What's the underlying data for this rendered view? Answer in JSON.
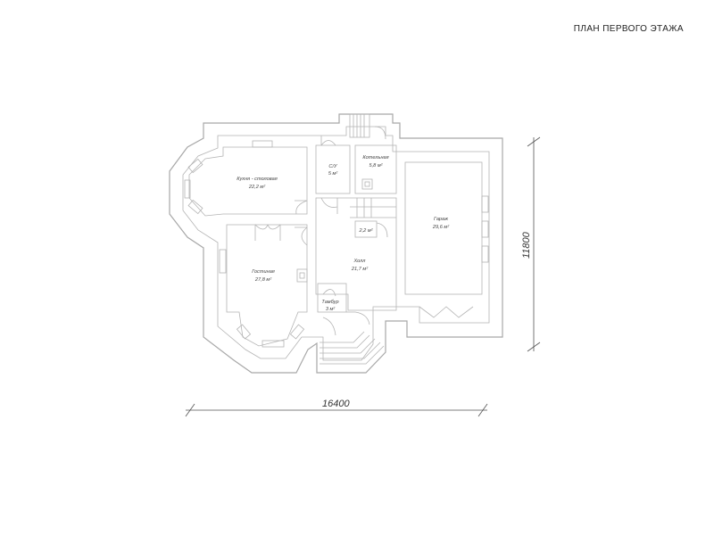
{
  "title": "ПЛАН ПЕРВОГО ЭТАЖА",
  "rooms": {
    "kitchen": {
      "name": "Кухня - столовая",
      "area": "22,2 м²"
    },
    "wc": {
      "name": "С/У",
      "area": "5 м²"
    },
    "boiler": {
      "name": "Котельная",
      "area": "5,8 м²"
    },
    "garage": {
      "name": "Гараж",
      "area": "29,6 м²"
    },
    "storage": {
      "area": "2,2 м²"
    },
    "living": {
      "name": "Гостиная",
      "area": "27,8 м²"
    },
    "hall": {
      "name": "Холл",
      "area": "21,7 м²"
    },
    "vestibule": {
      "name": "Тамбур",
      "area": "3 м²"
    }
  },
  "dimensions": {
    "width": "16400",
    "depth": "11800"
  }
}
